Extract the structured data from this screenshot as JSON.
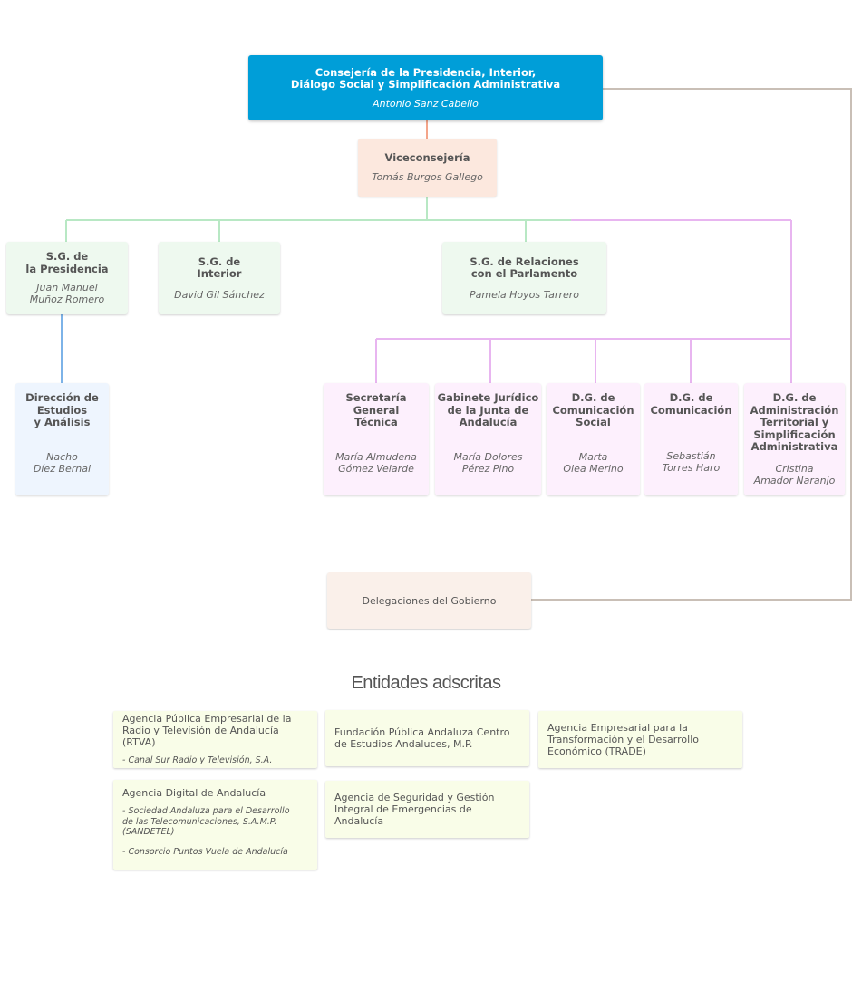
{
  "colors": {
    "top": "#009ed8",
    "vice": "#fce8de",
    "green_box": "#eef9ef",
    "blue_box": "#eef5fe",
    "pink_box": "#fdf0fd",
    "delegaciones": "#faf0ea",
    "entidad": "#f9fde8",
    "line_orange": "#f4a58a",
    "line_green": "#b8e8c4",
    "line_blue": "#7db3e8",
    "line_pink": "#e8b5f0",
    "line_gray": "#c9bfb6"
  },
  "consejeria": {
    "title": "Consejería de la Presidencia, Interior,\nDiálogo Social y Simplificación Administrativa",
    "name": "Antonio Sanz Cabello"
  },
  "viceconsejeria": {
    "title": "Viceconsejería",
    "name": "Tomás Burgos Gallego"
  },
  "sg_presidencia": {
    "title": "S.G. de\nla Presidencia",
    "name": "Juan Manuel\nMuñoz Romero"
  },
  "sg_interior": {
    "title": "S.G. de\nInterior",
    "name": "David Gil Sánchez"
  },
  "sg_parlamento": {
    "title": "S.G. de Relaciones\ncon el Parlamento",
    "name": "Pamela Hoyos Tarrero"
  },
  "direccion_estudios": {
    "title": "Dirección de\nEstudios\ny Análisis",
    "name": "Nacho\nDíez Bernal"
  },
  "secretaria_general": {
    "title": "Secretaría\nGeneral\nTécnica",
    "name": "María Almudena\nGómez Velarde"
  },
  "gabinete_juridico": {
    "title": "Gabinete Jurídico\nde la Junta de\nAndalucía",
    "name": "María Dolores\nPérez Pino"
  },
  "dg_comunicacion_social": {
    "title": "D.G. de\nComunicación\nSocial",
    "name": "Marta\nOlea Merino"
  },
  "dg_comunicacion": {
    "title": "D.G. de\nComunicación",
    "name": "Sebastián\nTorres Haro"
  },
  "dg_administracion": {
    "title": "D.G. de\nAdministración\nTerritorial y\nSimplificación\nAdministrativa",
    "name": "Cristina\nAmador Naranjo"
  },
  "delegaciones": {
    "label": "Delegaciones del Gobierno"
  },
  "entidades": {
    "title": "Entidades adscritas",
    "rtva": {
      "label": "Agencia Pública Empresarial de la\nRadio y Televisión de Andalucía (RTVA)",
      "sub1": "- Canal Sur Radio y Televisión, S.A."
    },
    "centra": {
      "label": "Fundación Pública Andaluza Centro\nde Estudios Andaluces, M.P."
    },
    "trade": {
      "label": "Agencia Empresarial para la\nTransformación y el Desarrollo\nEconómico (TRADE)"
    },
    "digital": {
      "label": "Agencia Digital de Andalucía",
      "sub1": "- Sociedad Andaluza para el Desarrollo\nde las Telecomunicaciones, S.A.M.P.\n(SANDETEL)",
      "sub2": "- Consorcio Puntos Vuela de Andalucía"
    },
    "emergencias": {
      "label": "Agencia de Seguridad y Gestión\nIntegral de Emergencias de Andalucía"
    }
  }
}
